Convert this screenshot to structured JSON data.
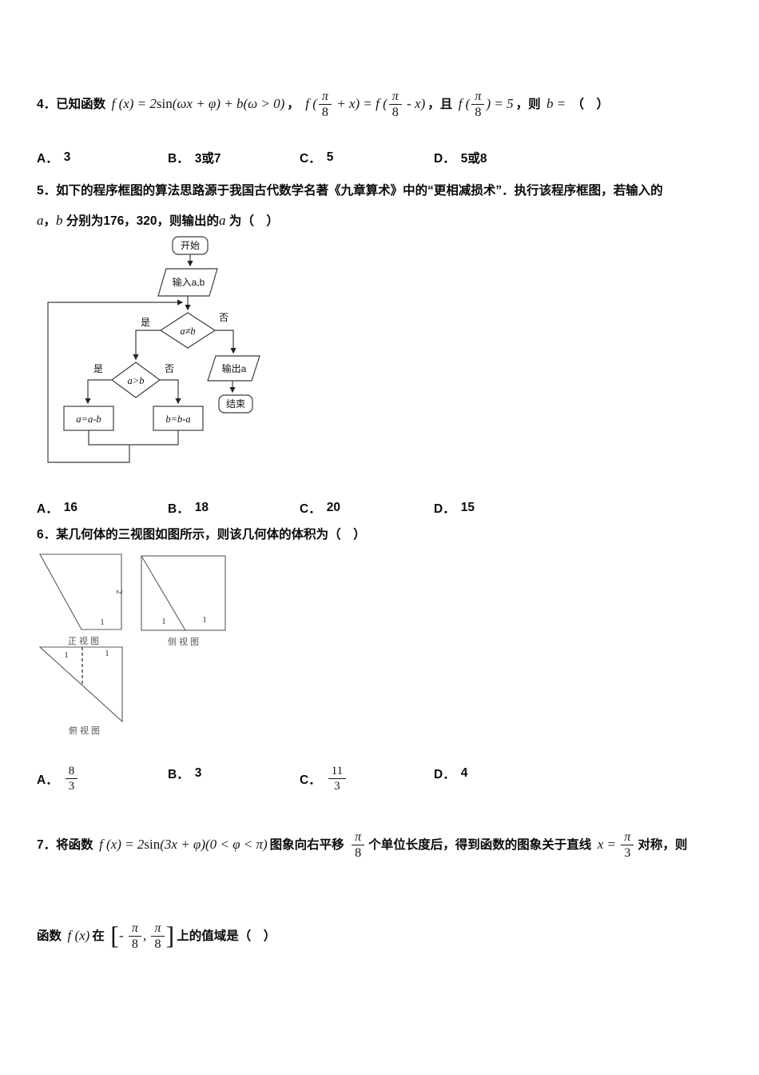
{
  "q4": {
    "number": "4．",
    "intro": "已知函数",
    "math_fx": [
      "f (x) = 2",
      {
        "r": "sin"
      },
      "(ωx + φ) + b(ω > 0)"
    ],
    "sep1": "，",
    "math_sym": [
      "f (",
      {
        "frac": [
          "π",
          "8"
        ]
      },
      " + x) = f (",
      {
        "frac": [
          "π",
          "8"
        ]
      },
      " - x)"
    ],
    "sep2": "，且",
    "math_val": [
      "f (",
      {
        "frac": [
          "π",
          "8"
        ]
      },
      ") = 5"
    ],
    "sep3": "，则",
    "math_b": [
      "b = "
    ],
    "paren": "（　）",
    "options": [
      {
        "label": "A．",
        "text": "3"
      },
      {
        "label": "B．",
        "text": "3或7"
      },
      {
        "label": "C．",
        "text": "5"
      },
      {
        "label": "D．",
        "text": "5或8"
      }
    ]
  },
  "q5": {
    "line1": "5．如下的程序框图的算法思路源于我国古代数学名著《九章算术》中的“更相减损术”．执行该程序框图，若输入的",
    "line2": [
      {
        "i": "a"
      },
      "，",
      {
        "i": "b"
      },
      " 分别为176，320，则输出的",
      {
        "i": "a"
      },
      " 为（　）"
    ],
    "flowchart": {
      "start": "开始",
      "input": "输入a,b",
      "cond1": "a≠b",
      "cond1_yes": "是",
      "cond1_no": "否",
      "cond2": "a>b",
      "cond2_yes": "是",
      "cond2_no": "否",
      "assign_left": "a=a-b",
      "assign_right": "b=b-a",
      "output": "输出a",
      "end": "结束"
    },
    "options": [
      {
        "label": "A．",
        "text": "16"
      },
      {
        "label": "B．",
        "text": "18"
      },
      {
        "label": "C．",
        "text": "20"
      },
      {
        "label": "D．",
        "text": "15"
      }
    ]
  },
  "q6": {
    "text": "6．某几何体的三视图如图所示，则该几何体的体积为（　）",
    "views": {
      "front_label": "正视图",
      "side_label": "侧视图",
      "top_label": "俯视图",
      "front_bottom": "1",
      "front_right": "2",
      "side_left": "1",
      "side_right": "1",
      "top_left": "1",
      "top_right": "1"
    },
    "options": [
      {
        "label": "A．",
        "frac": [
          "8",
          "3"
        ]
      },
      {
        "label": "B．",
        "text": "3"
      },
      {
        "label": "C．",
        "frac": [
          "11",
          "3"
        ]
      },
      {
        "label": "D．",
        "text": "4"
      }
    ]
  },
  "q7": {
    "intro": "7．将函数",
    "math_fx": [
      "f (x) = 2",
      {
        "r": "sin"
      },
      "(3x + φ)(0 < φ < π)"
    ],
    "mid1": "图象向右平移",
    "math_shift": [
      {
        "frac": [
          "π",
          "8"
        ]
      }
    ],
    "mid2": "个单位长度后，得到函数的图象关于直线",
    "math_axis": [
      "x = ",
      {
        "frac": [
          "π",
          "3"
        ]
      }
    ],
    "tail1": "对称，则",
    "line2_pre": "函数",
    "math_f": [
      "f (x)"
    ],
    "mid3": "在",
    "math_interval": [
      {
        "big": "["
      },
      "- ",
      {
        "frac": [
          "π",
          "8"
        ]
      },
      ", ",
      {
        "frac": [
          "π",
          "8"
        ]
      },
      {
        "big": "]"
      }
    ],
    "tail2": "上的值域是（　）"
  }
}
